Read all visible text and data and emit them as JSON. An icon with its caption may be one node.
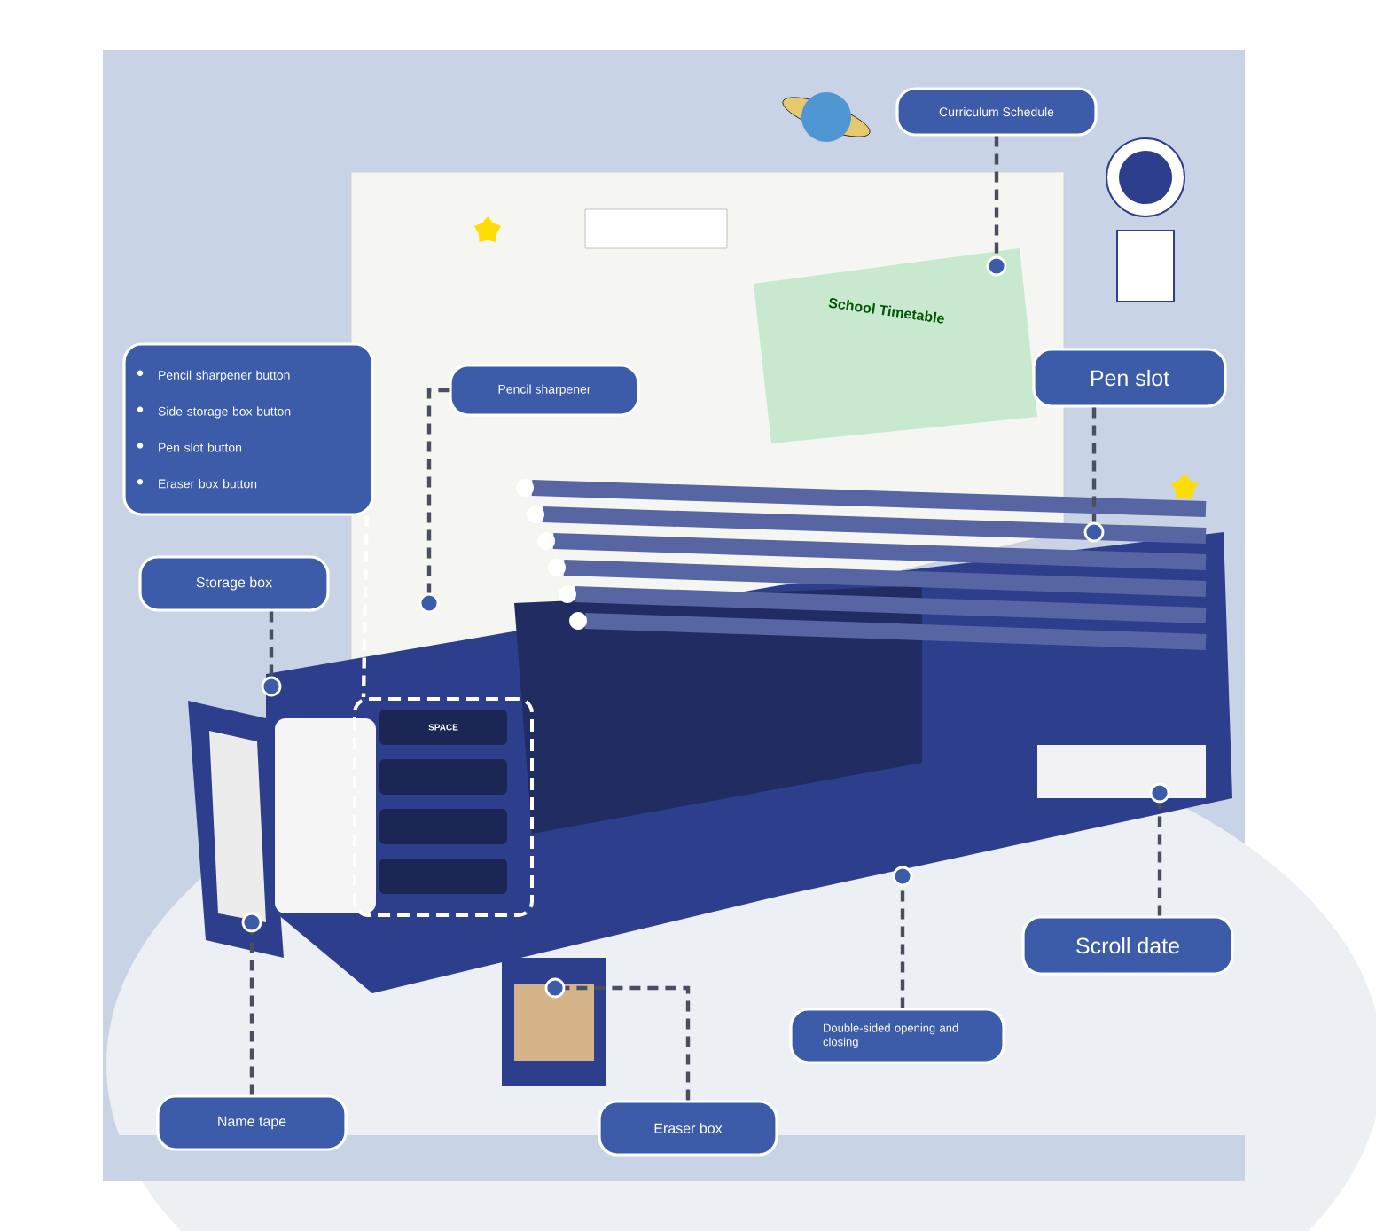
{
  "diagram": {
    "nodes": [
      {
        "text": [
          "Curriculum Schedule"
        ]
      },
      {
        "text": [],
        "shape": "circle"
      },
      {
        "text": [
          "Pencil sharpener button",
          "Side storage box button",
          "Pen slot button",
          "Eraser box button"
        ]
      },
      {
        "text": [
          "Pencil sharpener"
        ]
      },
      {
        "text": [],
        "shape": "circle"
      },
      {
        "text": [
          "Pen slot"
        ]
      },
      {
        "text": [],
        "shape": "circle"
      },
      {
        "text": [
          "Storage box"
        ]
      },
      {
        "text": [],
        "shape": "circle"
      },
      {
        "text": [],
        "shape": "box"
      },
      {
        "text": [
          "Scroll date"
        ]
      },
      {
        "text": [],
        "shape": "circle"
      },
      {
        "text": [
          "Double-sided opening and closing"
        ]
      },
      {
        "text": [],
        "shape": "circle"
      },
      {
        "text": [
          "Name tape"
        ]
      },
      {
        "text": [],
        "shape": "circle"
      },
      {
        "text": [
          "Eraser box"
        ]
      },
      {
        "text": [],
        "shape": "circle"
      }
    ],
    "edges": [
      {
        "from": 0,
        "to": 1,
        "arrow": "none",
        "style": "dashed"
      },
      {
        "from": 2,
        "to": 9,
        "arrow": "none",
        "style": "dashed",
        "color": "#ffffff"
      },
      {
        "from": 3,
        "to": 4,
        "arrow": "none",
        "style": "dashed"
      },
      {
        "from": 5,
        "to": 6,
        "arrow": "none",
        "style": "dashed"
      },
      {
        "from": 7,
        "to": 8,
        "arrow": "none",
        "style": "dashed"
      },
      {
        "from": 10,
        "to": 11,
        "arrow": "none",
        "style": "dashed"
      },
      {
        "from": 12,
        "to": 13,
        "arrow": "none",
        "style": "dashed"
      },
      {
        "from": 14,
        "to": 15,
        "arrow": "none",
        "style": "dashed"
      },
      {
        "from": 16,
        "to": 17,
        "arrow": "none",
        "style": "dashed"
      }
    ],
    "labels": [
      "School Timetable",
      "SPACE"
    ]
  }
}
